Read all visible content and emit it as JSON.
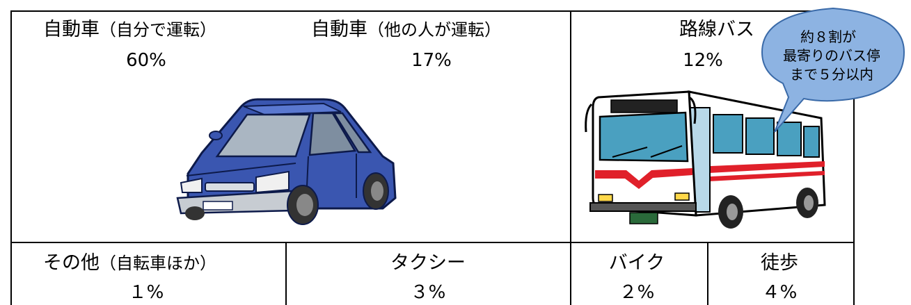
{
  "chart_data": {
    "type": "table",
    "categories": [
      {
        "id": "car_self",
        "name": "自動車",
        "note": "（自分で運転）",
        "percent": "60%",
        "value": 60
      },
      {
        "id": "car_other",
        "name": "自動車",
        "note": "（他の人が運転）",
        "percent": "17%",
        "value": 17
      },
      {
        "id": "bus",
        "name": "路線バス",
        "note": "",
        "percent": "12%",
        "value": 12
      },
      {
        "id": "other",
        "name": "その他",
        "note": "（自転車ほか）",
        "percent": "１%",
        "value": 1
      },
      {
        "id": "taxi",
        "name": "タクシー",
        "note": "",
        "percent": "３%",
        "value": 3
      },
      {
        "id": "bike",
        "name": "バイク",
        "note": "",
        "percent": "２%",
        "value": 2
      },
      {
        "id": "walk",
        "name": "徒歩",
        "note": "",
        "percent": "４%",
        "value": 4
      }
    ],
    "annotation": {
      "lines": [
        "約８割が",
        "最寄りのバス停",
        "まで５分以内"
      ]
    }
  },
  "colors": {
    "border": "#000000",
    "bubble_fill": "#8db3e2",
    "bubble_stroke": "#3a6aa8",
    "car_body": "#3a56b0",
    "bus_red": "#e0202a"
  },
  "icons": [
    "car-icon",
    "bus-icon"
  ]
}
